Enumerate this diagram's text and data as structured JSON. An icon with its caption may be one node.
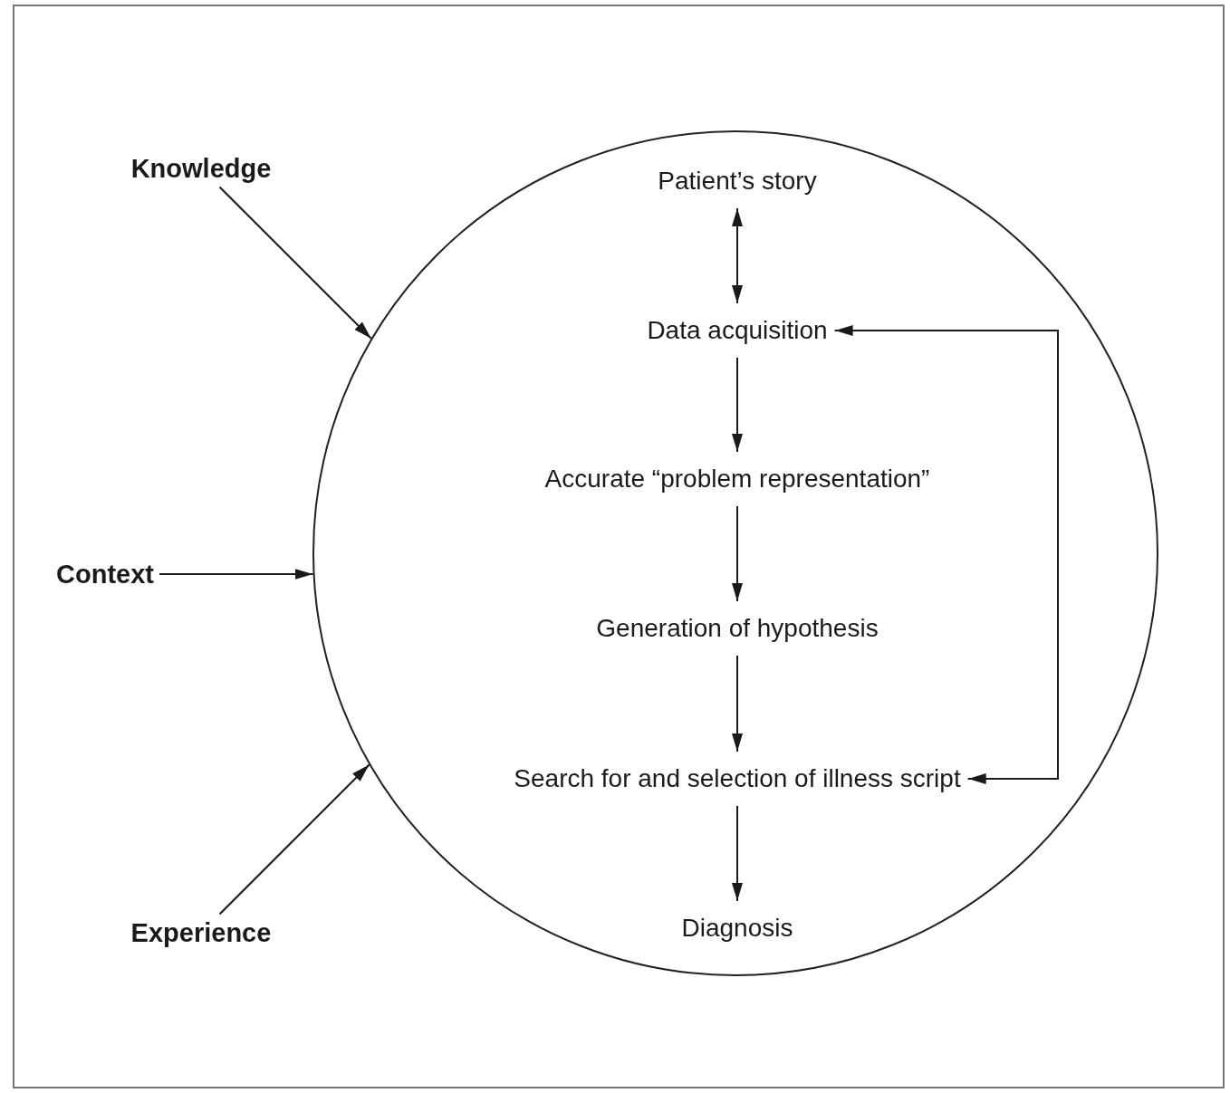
{
  "diagram": {
    "nodes": [
      {
        "text": [],
        "shape": "circle"
      },
      {
        "text": [
          "Knowledge"
        ]
      },
      {
        "text": [
          "Context"
        ]
      },
      {
        "text": [
          "Experience"
        ]
      },
      {
        "text": [
          "Patient’s story"
        ],
        "in": 0
      },
      {
        "text": [
          "Data acquisition"
        ],
        "in": 0
      },
      {
        "text": [
          "Accurate “problem representation”"
        ],
        "in": 0
      },
      {
        "text": [
          "Generation of hypothesis"
        ],
        "in": 0
      },
      {
        "text": [
          "Search for and selection of illness script"
        ],
        "in": 0
      },
      {
        "text": [
          "Diagnosis"
        ],
        "in": 0
      }
    ],
    "edges": [
      {
        "from": 4,
        "to": 5,
        "arrow": "both"
      },
      {
        "from": 5,
        "to": 6,
        "arrow": "to"
      },
      {
        "from": 6,
        "to": 7,
        "arrow": "to"
      },
      {
        "from": 7,
        "to": 8,
        "arrow": "to"
      },
      {
        "from": 8,
        "to": 9,
        "arrow": "to"
      },
      {
        "from": 8,
        "to": 5,
        "arrow": "both"
      },
      {
        "from": 1,
        "to": 0,
        "arrow": "to"
      },
      {
        "from": 2,
        "to": 0,
        "arrow": "to"
      },
      {
        "from": 3,
        "to": 0,
        "arrow": "to"
      }
    ]
  }
}
